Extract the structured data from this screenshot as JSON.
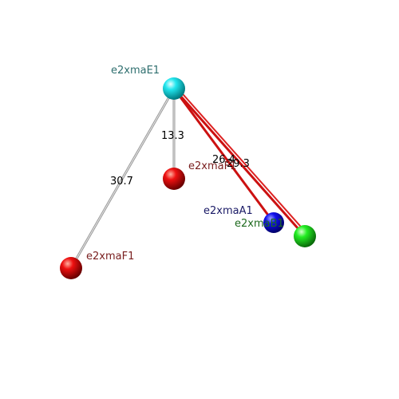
{
  "atoms": [
    {
      "id": "E1",
      "label": "e2xmaE1",
      "label_color": "#2f6f6f",
      "color": "cyan"
    },
    {
      "id": "X1",
      "label": "e2xmaF1",
      "label_color": "#7a2020",
      "color": "red"
    },
    {
      "id": "F1",
      "label": "e2xmaF1",
      "label_color": "#7a2020",
      "color": "red"
    },
    {
      "id": "A1",
      "label": "e2xmaA1",
      "label_color": "#1a1a66",
      "color": "blue"
    },
    {
      "id": "B1",
      "label": "e2xmaB1",
      "label_color": "#1e6a1e",
      "color": "green"
    }
  ],
  "distances": [
    {
      "value": "13.3",
      "bond_color": "#b0b0b0"
    },
    {
      "value": "30.7",
      "bond_color": "#b0b0b0"
    },
    {
      "value": "26.4",
      "bond_color": "#cc1111"
    },
    {
      "value": "29.3",
      "bond_color": "#cc1111"
    }
  ]
}
